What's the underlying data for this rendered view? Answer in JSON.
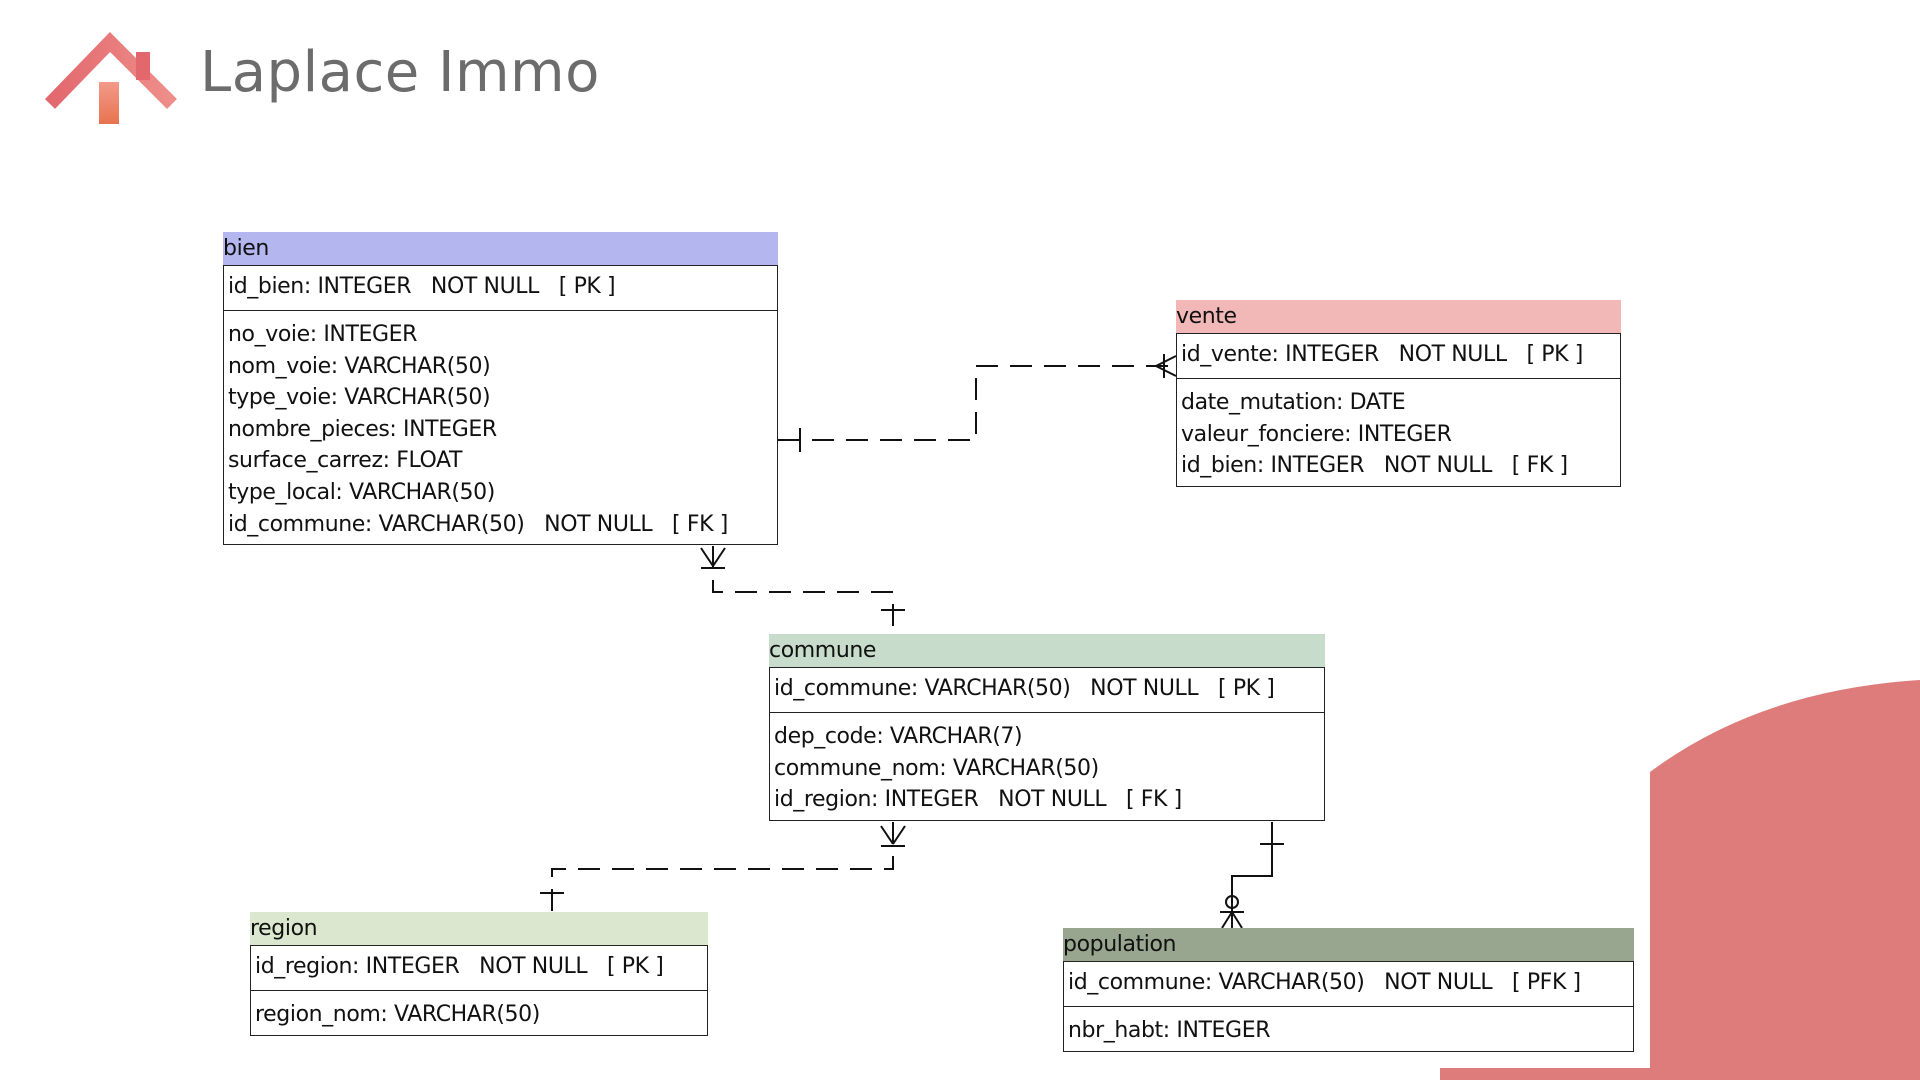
{
  "brand": {
    "name": "Laplace Immo"
  },
  "colors": {
    "accent": "#de7b7b",
    "bien_header": "#b4b6f0",
    "vente_header": "#f2b8b8",
    "commune_header": "#c8dccb",
    "region_header": "#dbe8cf",
    "population_header": "#98a58f"
  },
  "entities": {
    "bien": {
      "name": "bien",
      "pk": "id_bien: INTEGER   NOT NULL   [ PK ]",
      "attrs": [
        "no_voie: INTEGER",
        "nom_voie: VARCHAR(50)",
        "type_voie: VARCHAR(50)",
        "nombre_pieces: INTEGER",
        "surface_carrez: FLOAT",
        "type_local: VARCHAR(50)",
        "id_commune: VARCHAR(50)   NOT NULL   [ FK ]"
      ]
    },
    "vente": {
      "name": "vente",
      "pk": "id_vente: INTEGER   NOT NULL   [ PK ]",
      "attrs": [
        "date_mutation: DATE",
        "valeur_fonciere: INTEGER",
        "id_bien: INTEGER   NOT NULL   [ FK ]"
      ]
    },
    "commune": {
      "name": "commune",
      "pk": "id_commune: VARCHAR(50)   NOT NULL   [ PK ]",
      "attrs": [
        "dep_code: VARCHAR(7)",
        "commune_nom: VARCHAR(50)",
        "id_region: INTEGER   NOT NULL   [ FK ]"
      ]
    },
    "region": {
      "name": "region",
      "pk": "id_region: INTEGER   NOT NULL   [ PK ]",
      "attrs": [
        "region_nom: VARCHAR(50)"
      ]
    },
    "population": {
      "name": "population",
      "pk": "id_commune: VARCHAR(50)   NOT NULL   [ PFK ]",
      "attrs": [
        "nbr_habt: INTEGER"
      ]
    }
  }
}
